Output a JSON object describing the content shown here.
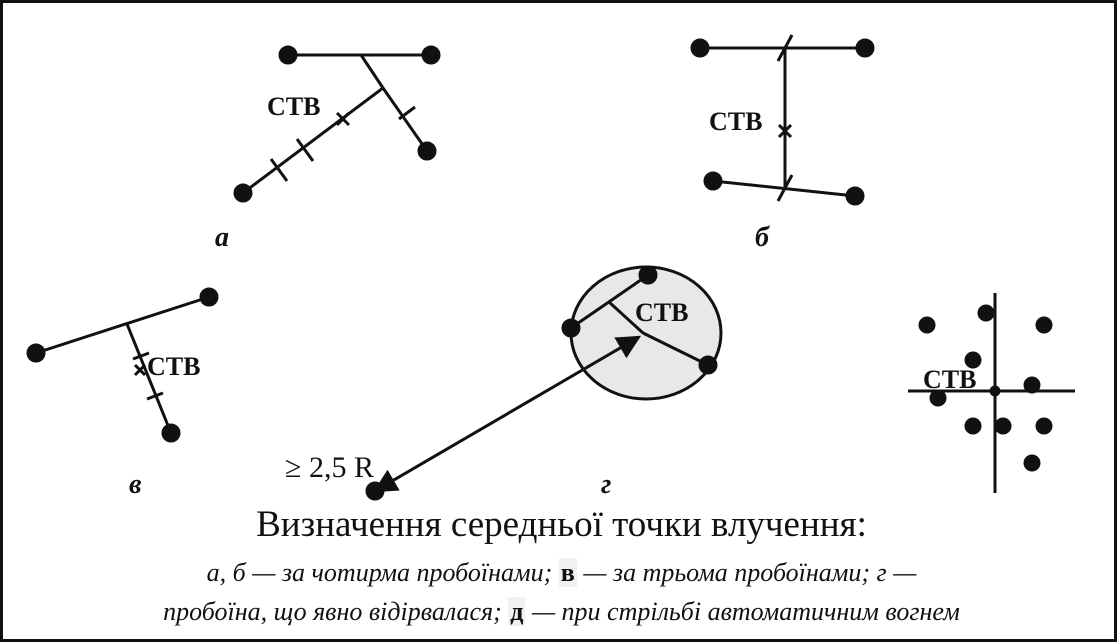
{
  "diagrams": {
    "a": {
      "letter": "а",
      "center_label": "СТВ"
    },
    "b": {
      "letter": "б",
      "center_label": "СТВ"
    },
    "v": {
      "letter": "в",
      "center_label": "СТВ"
    },
    "g": {
      "letter": "г",
      "center_label": "СТВ",
      "distance_label": "≥ 2,5 R"
    },
    "d": {
      "center_label": "СТВ"
    }
  },
  "caption": {
    "title": "Визначення середньої точки влучення:",
    "line1_part1": "а, б — за чотирма пробоїнами;",
    "line1_letter_v": "в",
    "line1_part2": "— за трьома пробоїнами; г —",
    "line2_part1": "пробоїна, що явно відірвалася;",
    "line2_letter_d": "д",
    "line2_part2": "— при стрільбі автоматичним вогнем"
  }
}
